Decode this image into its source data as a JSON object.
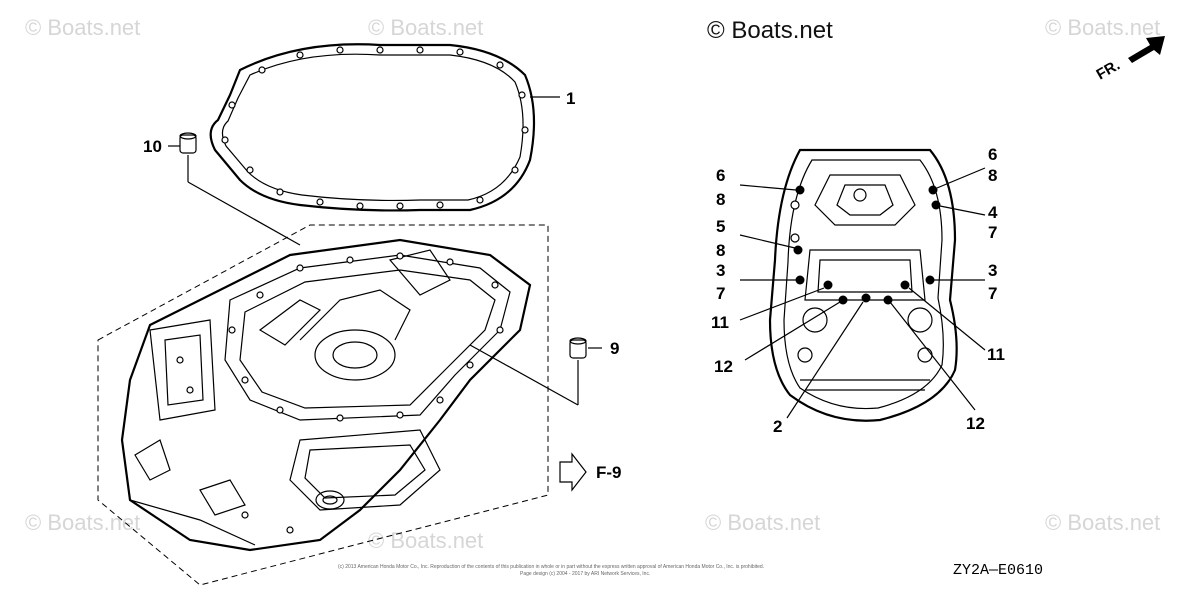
{
  "watermarks": {
    "main": "© Boats.net",
    "faint": "© Boats.net"
  },
  "callouts": {
    "c1": "1",
    "c10": "10",
    "c9": "9",
    "c6a": "6",
    "c8a": "8",
    "c5": "5",
    "c8b": "8",
    "c3a": "3",
    "c7a": "7",
    "c11a": "11",
    "c12a": "12",
    "c2": "2",
    "c6b": "6",
    "c8c": "8",
    "c4": "4",
    "c7b": "7",
    "c3b": "3",
    "c7c": "7",
    "c11b": "11",
    "c12b": "12"
  },
  "reference": {
    "fig_label": "F-9",
    "front_label": "FR."
  },
  "diagram_code": "ZY2A—E0610",
  "copyright": {
    "line1": "(c) 2013 American Honda Motor Co., Inc. Reproduction of the contents of this publication in whole or in part without the express written approval of American Honda Motor Co., Inc. is prohibited.",
    "line2": "Page design (c) 2004 - 2017 by ARI Network Services, Inc."
  }
}
